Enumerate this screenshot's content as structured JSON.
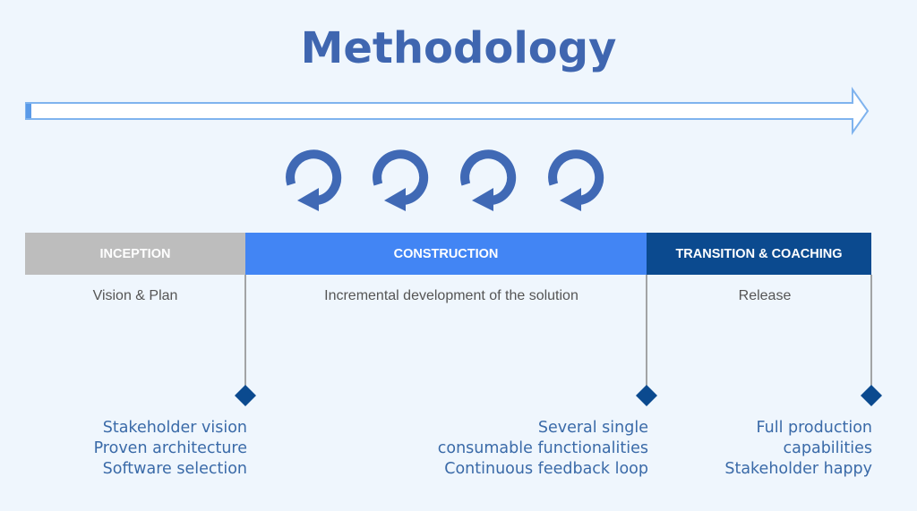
{
  "title": "Methodology",
  "colors": {
    "title": "#3f66b0",
    "inception": "#bdbdbd",
    "construction": "#4285f4",
    "transition": "#0b4a8f",
    "milestone_text": "#3a6aa8",
    "arrow": "#7fb3ee",
    "cycle": "#4069b5"
  },
  "phases": [
    {
      "label": "INCEPTION",
      "description": "Vision & Plan",
      "milestones": [
        "Stakeholder vision",
        "Proven architecture",
        "Software selection"
      ]
    },
    {
      "label": "CONSTRUCTION",
      "description": "Incremental development of the solution",
      "milestones": [
        "Several single",
        "consumable functionalities",
        "Continuous feedback loop"
      ]
    },
    {
      "label": "TRANSITION & COACHING",
      "description": "Release",
      "milestones": [
        "Full production",
        "capabilities",
        "Stakeholder happy"
      ]
    }
  ],
  "iteration_icons": [
    "cycle-arrow",
    "cycle-arrow",
    "cycle-arrow",
    "cycle-arrow"
  ]
}
